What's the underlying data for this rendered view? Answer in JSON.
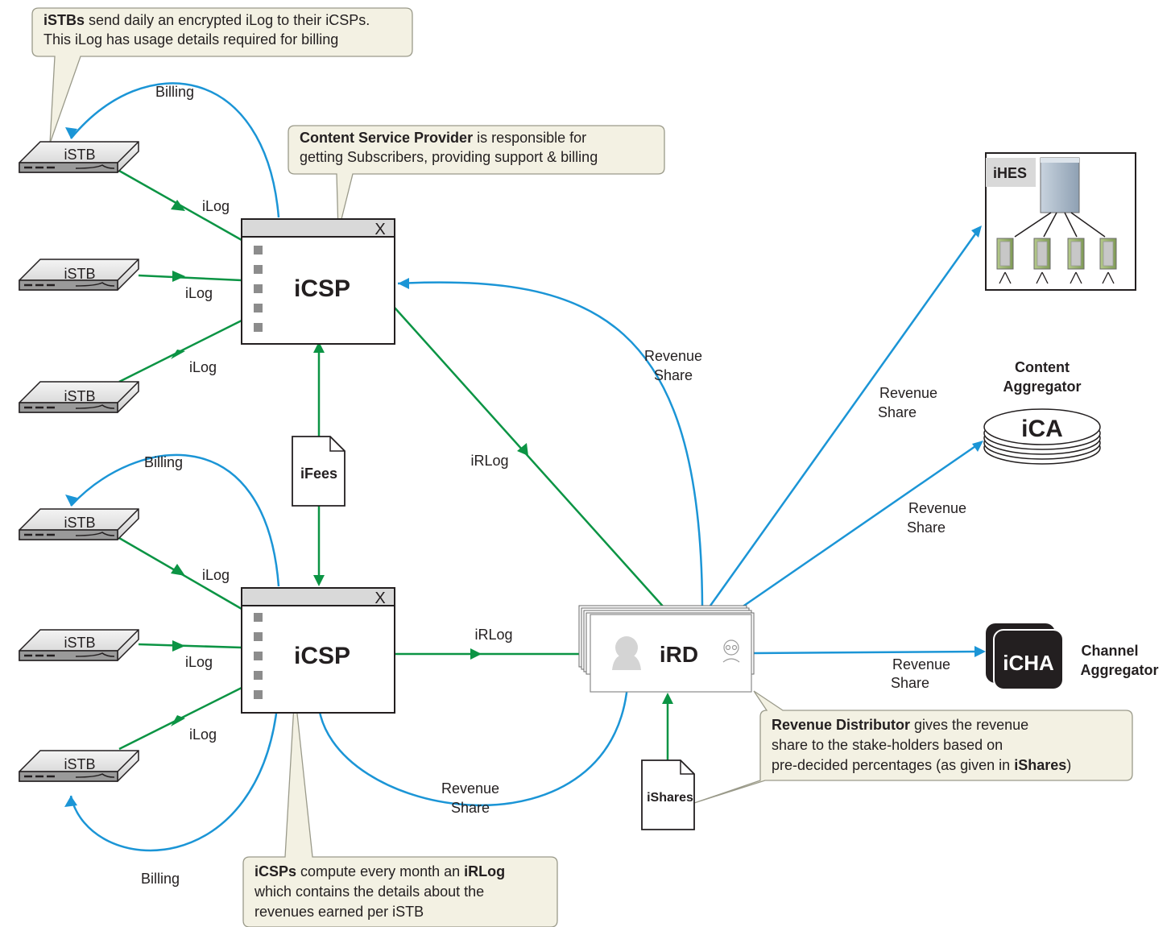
{
  "colors": {
    "green": "#0b9444",
    "blue": "#1b95d6",
    "callout_fill": "#f3f1e3",
    "callout_stroke": "#9a9a8a",
    "ink": "#231f20"
  },
  "icons": {
    "stb": "set-top-box-icon",
    "window": "application-window-icon",
    "document": "document-icon",
    "server": "server-tree-icon",
    "disk": "disk-stack-icon",
    "tv": "tv-screen-icon",
    "person": "person-silhouette-icon"
  },
  "callouts": {
    "istb": {
      "line1_bold": "iSTBs",
      "line1_rest": " send daily an encrypted iLog to their iCSPs.",
      "line2": "This iLog has usage details required for billing"
    },
    "csp": {
      "line1_bold": "Content Service Provider",
      "line1_rest": " is responsible for",
      "line2": "getting Subscribers, providing support & billing"
    },
    "icsps": {
      "line1_bold_a": "iCSPs",
      "line1_mid": " compute every month an ",
      "line1_bold_b": "iRLog",
      "line2": "which contains the details about the",
      "line3": "revenues earned per iSTB"
    },
    "ird": {
      "line1_bold": "Revenue Distributor",
      "line1_rest": " gives the revenue",
      "line2": "share to the stake-holders based on",
      "line3_a": "pre-decided percentages (as given in ",
      "line3_bold": "iShares",
      "line3_b": ")"
    }
  },
  "nodes": {
    "istb_label": "iSTB",
    "icsp_title": "iCSP",
    "window_close": "X",
    "ifees": "iFees",
    "ird": "iRD",
    "ishares": "iShares",
    "ihes": "iHES",
    "ica": "iCA",
    "ica_caption_1": "Content",
    "ica_caption_2": "Aggregator",
    "icha": "iCHA",
    "icha_caption_1": "Channel",
    "icha_caption_2": "Aggregator"
  },
  "edges": {
    "billing": "Billing",
    "ilog": "iLog",
    "irlog": "iRLog",
    "revenue": "Revenue",
    "share": "Share"
  }
}
